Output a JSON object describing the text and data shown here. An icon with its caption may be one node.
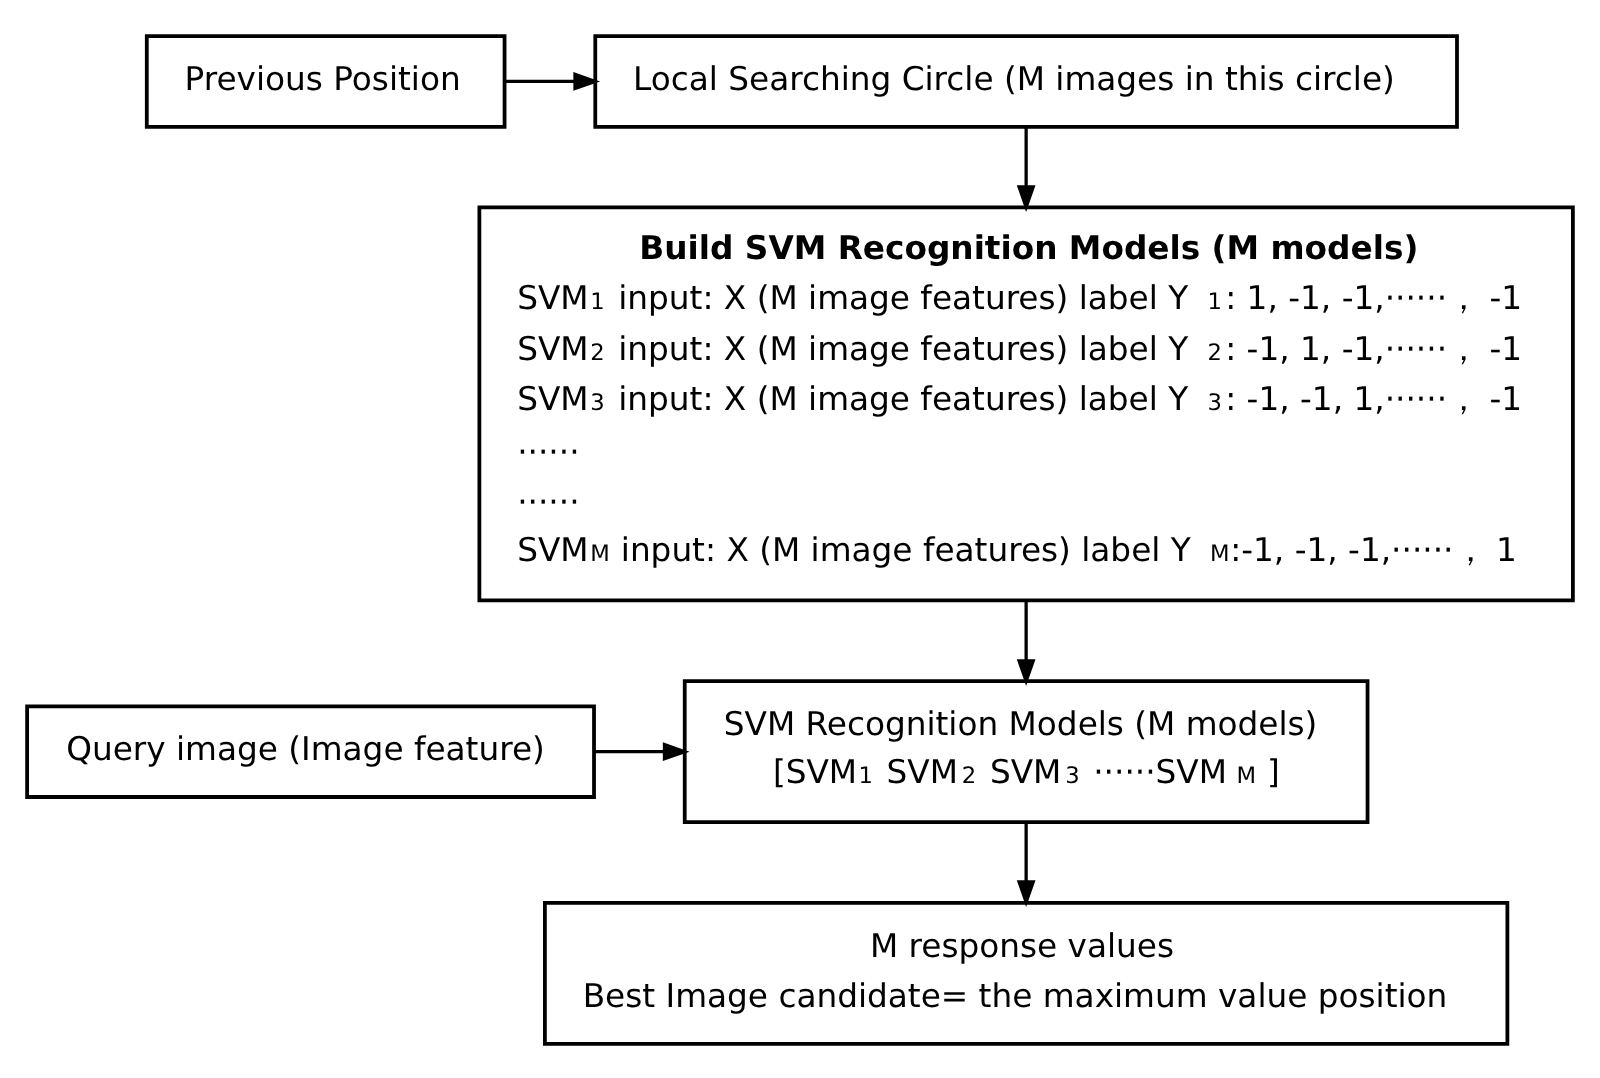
{
  "diagram": {
    "nodes": [
      {
        "text": [
          "Previous Position"
        ]
      },
      {
        "text": [
          "Local Searching Circle (M images in this circle)"
        ]
      },
      {
        "text": [
          "Build SVM Recognition Models (M models)",
          "SVM$_{1}$ input: X (M image features) label Y$_{1}$: 1, -1, -1,······， -1",
          "SVM$_{2}$ input: X (M image features) label Y$_{2}$: -1, 1, -1,······， -1",
          "SVM$_{3}$ input: X (M image features) label Y$_{3}$: -1, -1, 1,······， -1",
          "······",
          "······",
          "SVM$_{M}$ input: X (M image features) label Y$_{M}$:-1, -1, -1,······， 1"
        ]
      },
      {
        "text": [
          "Query image (Image feature)"
        ]
      },
      {
        "text": [
          "SVM Recognition Models (M models)",
          "[SVM$_{1}$ SVM$_{2}$ SVM$_{3}$ ······SVM$_{M}$ ]"
        ]
      },
      {
        "text": [
          "M response values",
          "Best Image candidate= the maximum value position"
        ]
      }
    ],
    "edges": [
      {
        "from": 0,
        "to": 1,
        "arrow": "to"
      },
      {
        "from": 1,
        "to": 2,
        "arrow": "to"
      },
      {
        "from": 2,
        "to": 4,
        "arrow": "to"
      },
      {
        "from": 3,
        "to": 4,
        "arrow": "to"
      },
      {
        "from": 4,
        "to": 5,
        "arrow": "to"
      }
    ]
  }
}
